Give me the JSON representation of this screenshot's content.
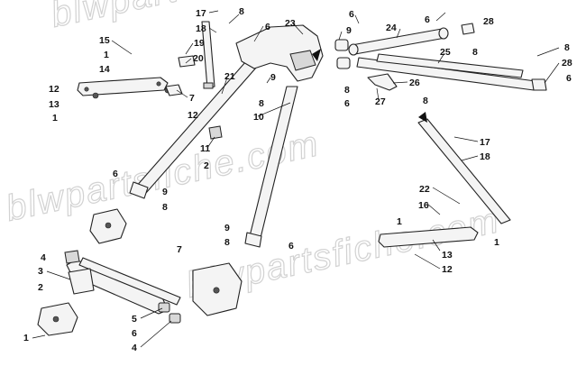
{
  "watermark": {
    "line_a": "blwpartsfiche.com",
    "line_b": "blwpartsfiche.com",
    "line_c": "blwpartsfiche.com"
  },
  "callouts": [
    {
      "id": "c17a",
      "label": "17"
    },
    {
      "id": "c18a",
      "label": "18"
    },
    {
      "id": "c8a",
      "label": "8"
    },
    {
      "id": "c6a",
      "label": "6"
    },
    {
      "id": "c23",
      "label": "23"
    },
    {
      "id": "c6b",
      "label": "6"
    },
    {
      "id": "c24",
      "label": "24"
    },
    {
      "id": "c6c",
      "label": "6"
    },
    {
      "id": "c28a",
      "label": "28"
    },
    {
      "id": "c15",
      "label": "15"
    },
    {
      "id": "c19",
      "label": "19"
    },
    {
      "id": "c9a",
      "label": "9"
    },
    {
      "id": "c8b",
      "label": "8"
    },
    {
      "id": "c25",
      "label": "25"
    },
    {
      "id": "c8c",
      "label": "8"
    },
    {
      "id": "c1a",
      "label": "1"
    },
    {
      "id": "c20",
      "label": "20"
    },
    {
      "id": "c14",
      "label": "14"
    },
    {
      "id": "c28b",
      "label": "28"
    },
    {
      "id": "c21",
      "label": "21"
    },
    {
      "id": "c9b",
      "label": "9"
    },
    {
      "id": "c12a",
      "label": "12"
    },
    {
      "id": "c7a",
      "label": "7"
    },
    {
      "id": "c13a",
      "label": "13"
    },
    {
      "id": "c8d",
      "label": "8"
    },
    {
      "id": "c26",
      "label": "26"
    },
    {
      "id": "c6d",
      "label": "6"
    },
    {
      "id": "c12b",
      "label": "12"
    },
    {
      "id": "c8e",
      "label": "8"
    },
    {
      "id": "c6e",
      "label": "6"
    },
    {
      "id": "c1b",
      "label": "1"
    },
    {
      "id": "c10",
      "label": "10"
    },
    {
      "id": "c27",
      "label": "27"
    },
    {
      "id": "c8f",
      "label": "8"
    },
    {
      "id": "c11",
      "label": "11"
    },
    {
      "id": "c17b",
      "label": "17"
    },
    {
      "id": "c2a",
      "label": "2"
    },
    {
      "id": "c18b",
      "label": "18"
    },
    {
      "id": "c6f",
      "label": "6"
    },
    {
      "id": "c9c",
      "label": "9"
    },
    {
      "id": "c22",
      "label": "22"
    },
    {
      "id": "c8g",
      "label": "8"
    },
    {
      "id": "c16",
      "label": "16"
    },
    {
      "id": "c9d",
      "label": "9"
    },
    {
      "id": "c1c",
      "label": "1"
    },
    {
      "id": "c8h",
      "label": "8"
    },
    {
      "id": "c6g",
      "label": "6"
    },
    {
      "id": "c1d",
      "label": "1"
    },
    {
      "id": "c4a",
      "label": "4"
    },
    {
      "id": "c7b",
      "label": "7"
    },
    {
      "id": "c13b",
      "label": "13"
    },
    {
      "id": "c3",
      "label": "3"
    },
    {
      "id": "c12c",
      "label": "12"
    },
    {
      "id": "c2b",
      "label": "2"
    },
    {
      "id": "c5",
      "label": "5"
    },
    {
      "id": "c6h",
      "label": "6"
    },
    {
      "id": "c1e",
      "label": "1"
    },
    {
      "id": "c4b",
      "label": "4"
    }
  ]
}
